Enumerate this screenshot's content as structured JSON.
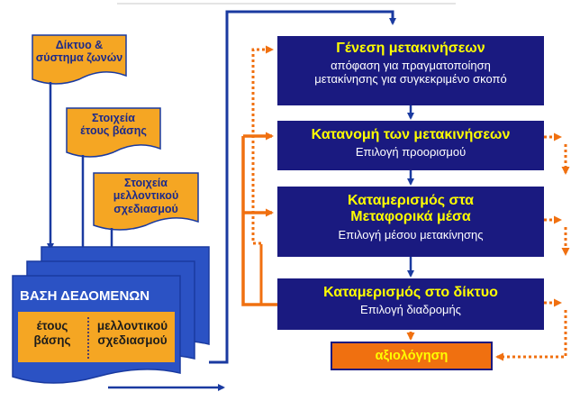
{
  "inputs": [
    {
      "label": "Δίκτυο &\nσύστημα ζωνών"
    },
    {
      "label": "Στοιχεία\nέτους βάσης"
    },
    {
      "label": "Στοιχεία\nμελλοντικού\nσχεδιασμού"
    }
  ],
  "database": {
    "title": "ΒΑΣΗ ΔΕΔΟΜΕΝΩΝ",
    "col_left": "έτους\nβάσης",
    "col_right": "μελλοντικού\nσχεδιασμού"
  },
  "steps": [
    {
      "title": "Γένεση μετακινήσεων",
      "subtitle": "απόφαση για πραγματοποίηση\nμετακίνησης για συγκεκριμένο σκοπό"
    },
    {
      "title": "Κατανομή των μετακινήσεων",
      "subtitle": "Επιλογή προορισμού"
    },
    {
      "title": "Καταμερισμός στα\nΜεταφορικά μέσα",
      "subtitle": "Επιλογή μέσου μετακίνησης"
    },
    {
      "title": "Καταμερισμός στο δίκτυο",
      "subtitle": "Επιλογή διαδρομής"
    }
  ],
  "evaluation": {
    "label": "αξιολόγηση"
  },
  "colors": {
    "step_fill": "#1a1a80",
    "input_fill": "#f5a623",
    "database_fill": "#2b52c4",
    "evaluation_fill": "#f07010",
    "flow_blue": "#1a3aa0",
    "feedback_orange": "#f07010"
  }
}
